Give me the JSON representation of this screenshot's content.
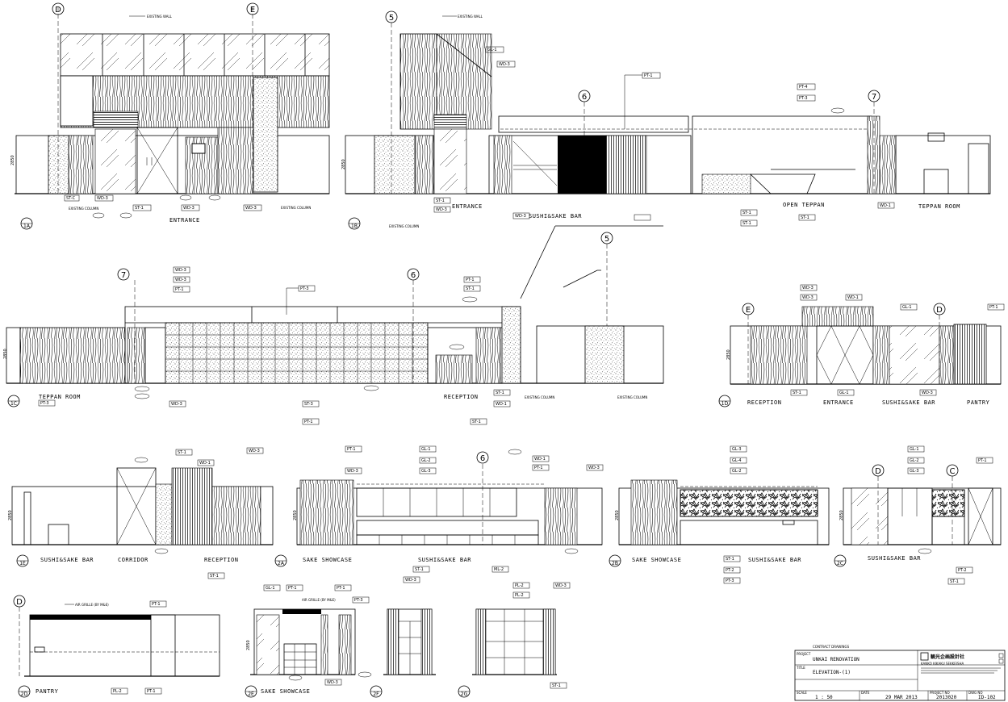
{
  "views": {
    "v1A": {
      "ref": "1A",
      "labels": [
        "ENTRANCE"
      ],
      "grid": [
        "D",
        "E"
      ],
      "height": "2850",
      "tags": [
        "EXISTING WALL",
        "ST-C",
        "WD-3",
        "EXISTING COLUMN",
        "ST-1",
        "WD-3",
        "WD-3",
        "EXISTING COLUMN"
      ]
    },
    "v1B": {
      "ref": "1B",
      "labels": [
        "ENTRANCE",
        "SUSHI&SAKE BAR",
        "OPEN TEPPAN",
        "TEPPAN ROOM"
      ],
      "grid": [
        "5",
        "6",
        "7"
      ],
      "height": "2850",
      "tags": [
        "EXISTING WALL",
        "GL-1",
        "WD-3",
        "PT-1",
        "PT-4",
        "PT-3",
        "ST-1",
        "WD-3",
        "WD-3",
        "EXISTING COLUMN",
        "ST-1",
        "ST-1",
        "ST-1",
        "WD-1"
      ]
    },
    "v1C": {
      "ref": "1C",
      "labels": [
        "TEPPAN ROOM",
        "RECEPTION"
      ],
      "grid": [
        "7",
        "6",
        "5"
      ],
      "height": "2850",
      "tags": [
        "WD-3",
        "WD-3",
        "PT-1",
        "PT-3",
        "PT-1",
        "ST-1",
        "ST-3",
        "PT-1",
        "PT-3",
        "WD-3",
        "ST-1",
        "ST-1",
        "WD-1",
        "EXISTING COLUMN",
        "EXISTING COLUMN"
      ]
    },
    "v1D": {
      "ref": "1D",
      "labels": [
        "RECEPTION",
        "ENTRANCE",
        "SUSHI&SAKE BAR",
        "PANTRY"
      ],
      "grid": [
        "E",
        "D"
      ],
      "height": "2850",
      "tags": [
        "WD-3",
        "WD-3",
        "WD-1",
        "GL-1",
        "PT-1",
        "ST-1",
        "GL-1",
        "WD-3"
      ]
    },
    "v1E": {
      "ref": "1E",
      "labels": [
        "SUSHI&SAKE BAR",
        "CORRIDOR",
        "RECEPTION"
      ],
      "height": "2850",
      "tags": [
        "ST-1",
        "WD-1",
        "WD-3",
        "ST-1"
      ]
    },
    "v2A": {
      "ref": "2A",
      "labels": [
        "SAKE SHOWCASE",
        "SUSHI&SAKE BAR"
      ],
      "grid": [
        "6"
      ],
      "height": "2850",
      "tags": [
        "PT-1",
        "WD-3",
        "GL-1",
        "GL-2",
        "GL-3",
        "WD-1",
        "PT-1",
        "WD-3",
        "ST-1",
        "WD-3",
        "ML-2"
      ]
    },
    "v2B": {
      "ref": "2B",
      "labels": [
        "SAKE SHOWCASE",
        "SUSHI&SAKE BAR"
      ],
      "height": "2850",
      "tags": [
        "GL-3",
        "GL-4",
        "GL-2",
        "ST-1",
        "PT-2",
        "PT-3"
      ]
    },
    "v2C": {
      "ref": "2C",
      "labels": [
        "SUSHI&SAKE BAR"
      ],
      "grid": [
        "D",
        "C"
      ],
      "height": "2850",
      "tags": [
        "GL-1",
        "GL-2",
        "GL-3",
        "PT-1",
        "PT-2",
        "ST-1"
      ]
    },
    "v2D": {
      "ref": "2D",
      "labels": [
        "PANTRY"
      ],
      "grid": [
        "D"
      ],
      "tags": [
        "AIR GRILLE (BY M&E)",
        "PT-1",
        "PL-2",
        "PT-1"
      ]
    },
    "v2E": {
      "ref": "2E",
      "labels": [
        "SAKE SHOWCASE"
      ],
      "height": "2850",
      "tags": [
        "GL-1",
        "PT-1",
        "AIR GRILLE (BY M&E)",
        "PT-1",
        "PT-3",
        "WD-3"
      ]
    },
    "v2F": {
      "ref": "2F"
    },
    "v2G": {
      "ref": "2G",
      "tags": [
        "PL-2",
        "PL-2",
        "WD-3",
        "ST-1"
      ]
    }
  },
  "title_block": {
    "stage": "CONTRACT DRAWINGS",
    "project_label": "PROJECT",
    "project": "UNKAI RENOVATION",
    "title_label": "TITLE",
    "title": "ELEVATION-(1)",
    "scale_label": "SCALE",
    "scale": "1 : 50",
    "date_label": "DATE",
    "date": "29 MAR 2013",
    "job_no_label": "PROJECT NO",
    "job_no": "2013020",
    "dwg_no_label": "DWG NO",
    "dwg_no": "ID-102",
    "firm": "KANKO KIKAKU SEKKEISHA",
    "firm_logo_text": "観光企画設計社"
  },
  "colors": {
    "ink": "#000000",
    "paper": "#ffffff",
    "hatch": "#555555"
  }
}
